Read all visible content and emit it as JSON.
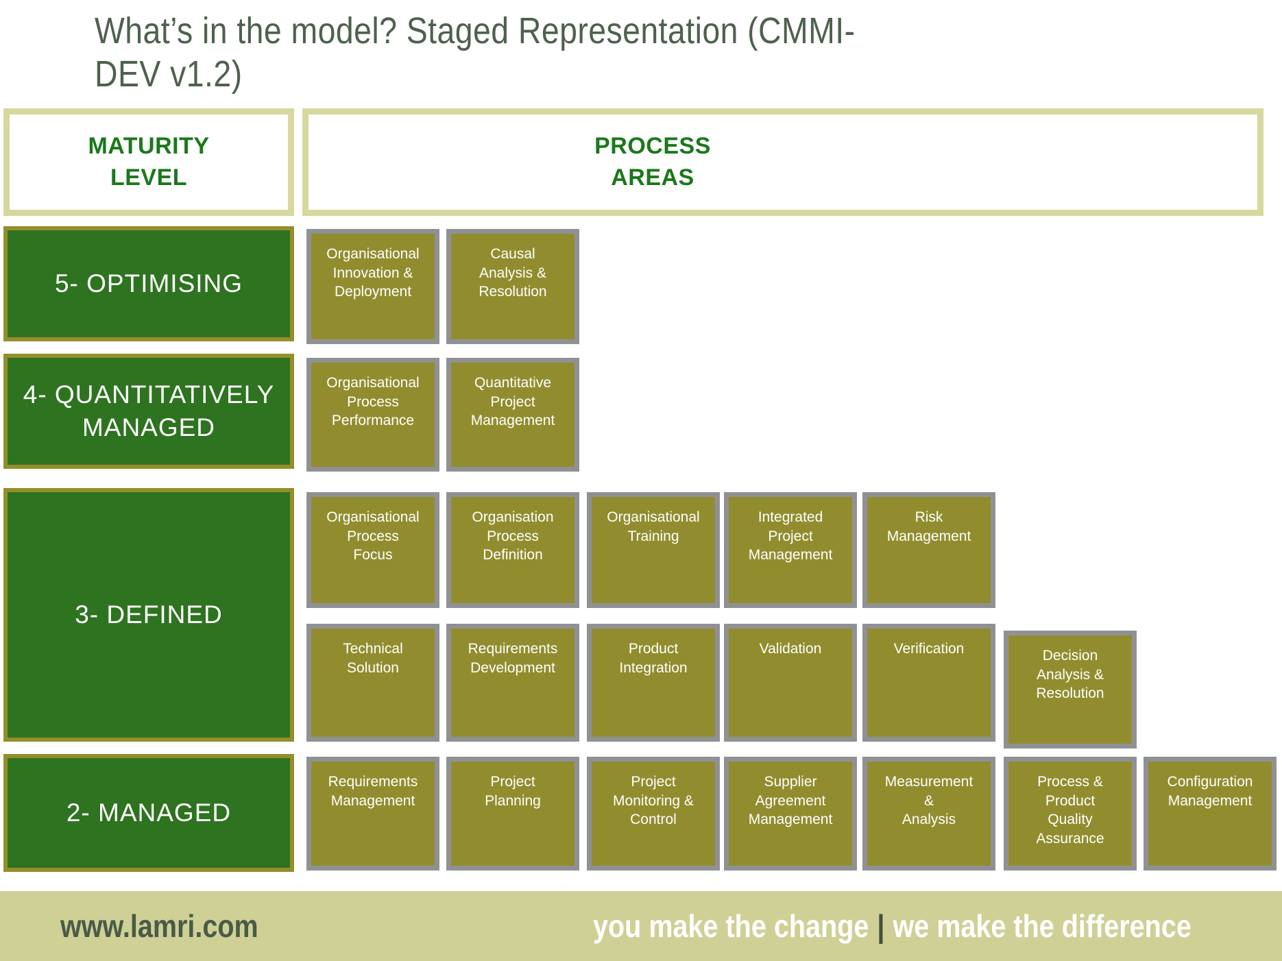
{
  "title": "What’s in the model? Staged Representation (CMMI-\nDEV v1.2)",
  "header": {
    "maturity_label": "MATURITY\nLEVEL",
    "process_label": "PROCESS\nAREAS"
  },
  "levels": [
    {
      "label": "5- OPTIMISING",
      "areas": [
        "Organisational\nInnovation &\nDeployment",
        "Causal\nAnalysis  &\nResolution"
      ]
    },
    {
      "label": "4- QUANTITATIVELY\nMANAGED",
      "areas": [
        "Organisational\nProcess\nPerformance",
        "Quantitative\nProject\nManagement"
      ]
    },
    {
      "label": "3- DEFINED",
      "areas_row1": [
        "Organisational\nProcess\nFocus",
        "Organisation\nProcess\nDefinition",
        "Organisational\nTraining",
        "Integrated\nProject\nManagement",
        "Risk\nManagement"
      ],
      "areas_row2": [
        "Technical\nSolution",
        "Requirements\nDevelopment",
        "Product\nIntegration",
        "Validation",
        "Verification",
        "Decision\nAnalysis &\nResolution"
      ]
    },
    {
      "label": "2- MANAGED",
      "areas": [
        "Requirements\nManagement",
        "Project\nPlanning",
        "Project\nMonitoring &\nControl",
        "Supplier\nAgreement\nManagement",
        "Measurement\n&\nAnalysis",
        "Process &\nProduct\nQuality\nAssurance",
        "Configuration\nManagement"
      ]
    }
  ],
  "footer": {
    "url": "www.lamri.com",
    "tagline_left": "you make the change",
    "separator": "|",
    "tagline_right": "we make the difference"
  },
  "colors": {
    "maturity_fill": "#2e7320",
    "maturity_border": "#948e2b",
    "process_fill": "#918d2e",
    "process_border": "#909194",
    "header_border": "#d6d89d",
    "header_text": "#1b781b",
    "footer_bg": "#cfd096",
    "title_text": "#4f614e",
    "footer_url_text": "#4a5a48",
    "tagline_text": "#ffffff",
    "tagline_separator": "#3f513f"
  }
}
